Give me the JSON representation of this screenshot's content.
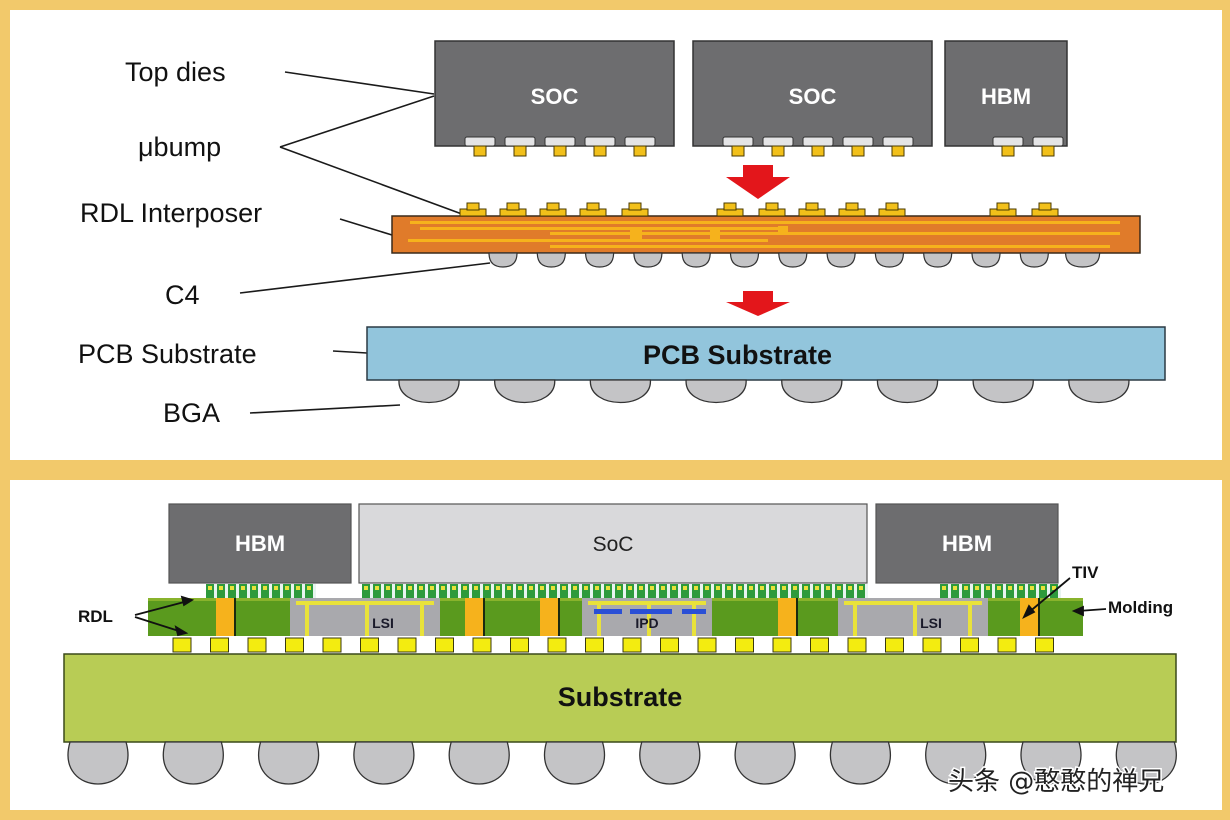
{
  "top_diagram": {
    "callout_labels": {
      "top_dies": "Top dies",
      "ubump": "μbump",
      "rdl_interposer": "RDL Interposer",
      "c4": "C4",
      "pcb_substrate": "PCB Substrate",
      "bga": "BGA"
    },
    "dies": [
      {
        "label": "SOC",
        "bump_count": 5
      },
      {
        "label": "SOC",
        "bump_count": 5
      },
      {
        "label": "HBM",
        "bump_count": 2
      }
    ],
    "substrate_label": "PCB Substrate",
    "c4_count": 13,
    "bga_count": 8
  },
  "bottom_diagram": {
    "dies": [
      {
        "label": "HBM",
        "style": "dark"
      },
      {
        "label": "SoC",
        "style": "light"
      },
      {
        "label": "HBM",
        "style": "dark"
      }
    ],
    "bridges": [
      {
        "label": "LSI"
      },
      {
        "label": "IPD"
      },
      {
        "label": "LSI"
      }
    ],
    "callout_labels": {
      "rdl": "RDL",
      "tiv": "TIV",
      "molding": "Molding"
    },
    "substrate_label": "Substrate",
    "bga_count": 12
  },
  "colors": {
    "frame": "#f2c96b",
    "die_dark": "#6d6d6f",
    "die_light": "#d9d9db",
    "interposer": "#e07b2a",
    "trace": "#f6b21c",
    "arrow": "#e3161b",
    "pcb": "#92c5dc",
    "solder": "#c4c4c6",
    "molding": "#5a9a1e",
    "substrate": "#b8cc55",
    "pad": "#f3ec10"
  },
  "watermark": "头条 @憨憨的禅兄"
}
